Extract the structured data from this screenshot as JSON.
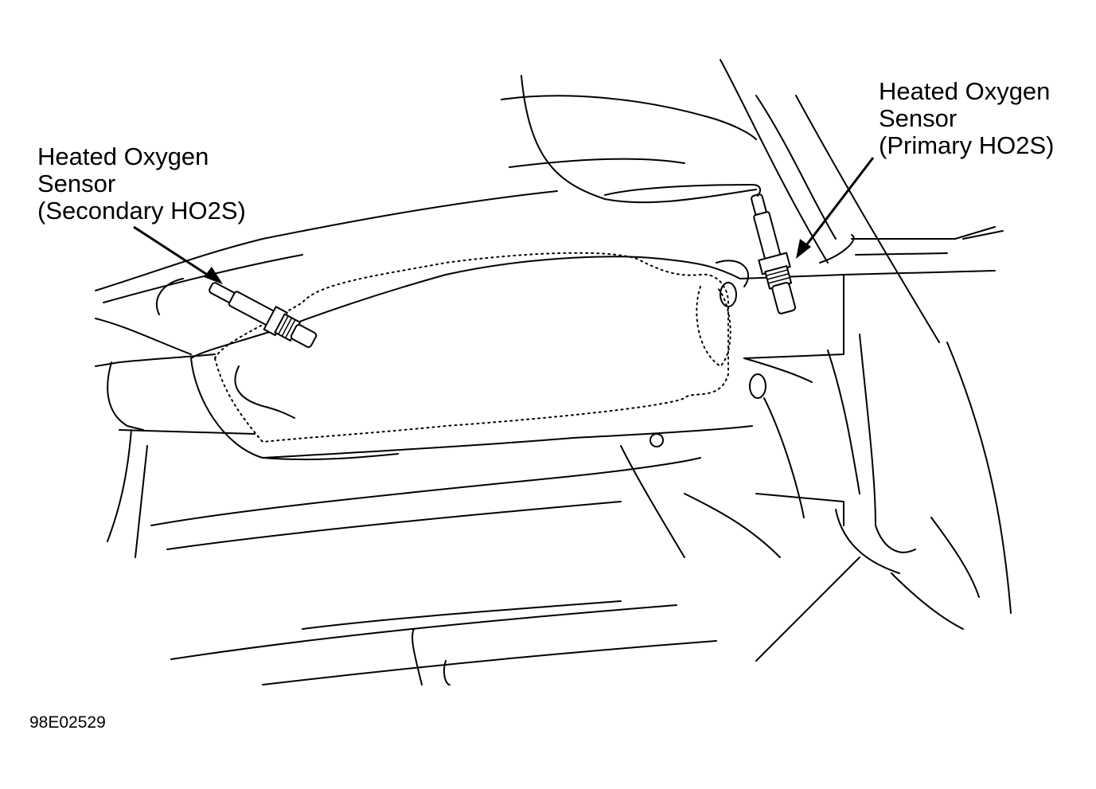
{
  "callouts": {
    "secondary": {
      "line1": "Heated Oxygen",
      "line2": "Sensor",
      "line3": "(Secondary HO2S)"
    },
    "primary": {
      "line1": "Heated Oxygen",
      "line2": "Sensor",
      "line3": "(Primary HO2S)"
    }
  },
  "figure_id": "98E02529",
  "colors": {
    "ink": "#000000",
    "paper": "#ffffff"
  }
}
